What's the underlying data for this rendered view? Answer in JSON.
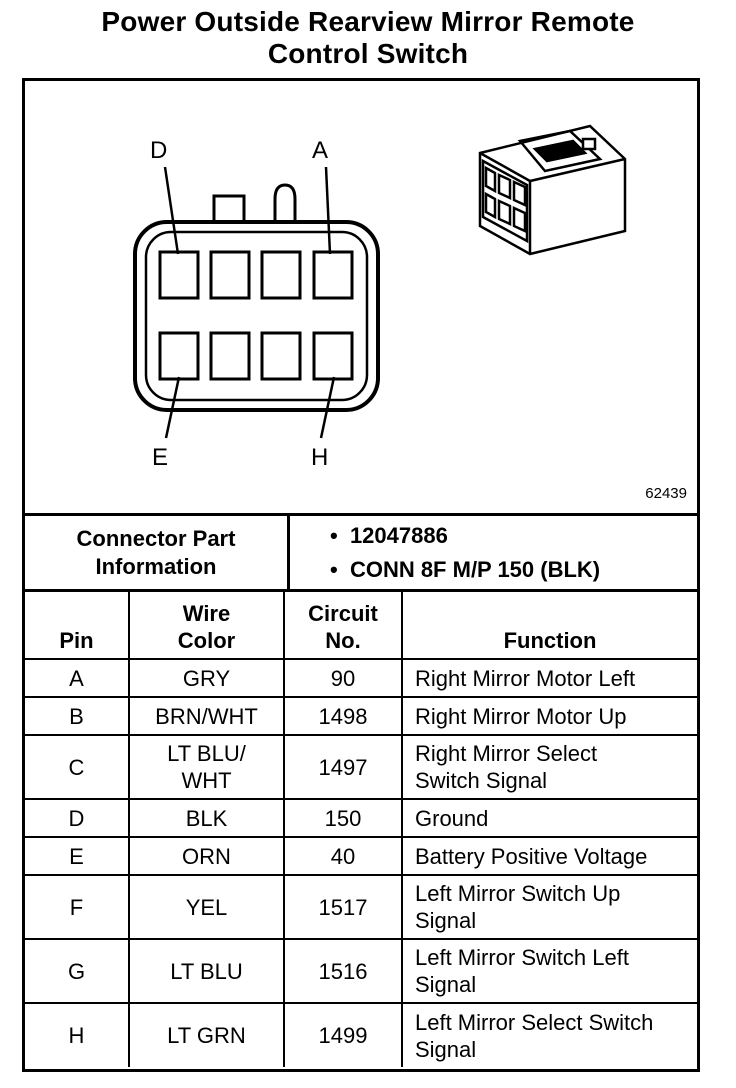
{
  "title": {
    "line1": "Power Outside Rearview Mirror Remote",
    "line2": "Control Switch"
  },
  "diagram": {
    "pin_labels": [
      "D",
      "A",
      "E",
      "H"
    ],
    "figure_number": "62439"
  },
  "connector": {
    "label_line1": "Connector Part",
    "label_line2": "Information",
    "values": [
      "12047886",
      "CONN 8F M/P 150 (BLK)"
    ]
  },
  "table": {
    "headers": {
      "pin": "Pin",
      "wire_color_1": "Wire",
      "wire_color_2": "Color",
      "circuit_1": "Circuit",
      "circuit_2": "No.",
      "function": "Function"
    },
    "rows": [
      {
        "pin": "A",
        "color1": "GRY",
        "color2": "",
        "circuit": "90",
        "fn1": "Right Mirror Motor Left",
        "fn2": ""
      },
      {
        "pin": "B",
        "color1": "BRN/WHT",
        "color2": "",
        "circuit": "1498",
        "fn1": "Right Mirror Motor Up",
        "fn2": ""
      },
      {
        "pin": "C",
        "color1": "LT BLU/",
        "color2": "WHT",
        "circuit": "1497",
        "fn1": "Right Mirror Select",
        "fn2": "Switch Signal"
      },
      {
        "pin": "D",
        "color1": "BLK",
        "color2": "",
        "circuit": "150",
        "fn1": "Ground",
        "fn2": ""
      },
      {
        "pin": "E",
        "color1": "ORN",
        "color2": "",
        "circuit": "40",
        "fn1": "Battery Positive Voltage",
        "fn2": ""
      },
      {
        "pin": "F",
        "color1": "YEL",
        "color2": "",
        "circuit": "1517",
        "fn1": "Left Mirror Switch Up",
        "fn2": "Signal"
      },
      {
        "pin": "G",
        "color1": "LT BLU",
        "color2": "",
        "circuit": "1516",
        "fn1": "Left Mirror Switch Left",
        "fn2": "Signal"
      },
      {
        "pin": "H",
        "color1": "LT GRN",
        "color2": "",
        "circuit": "1499",
        "fn1": "Left Mirror Select Switch",
        "fn2": "Signal"
      }
    ]
  }
}
